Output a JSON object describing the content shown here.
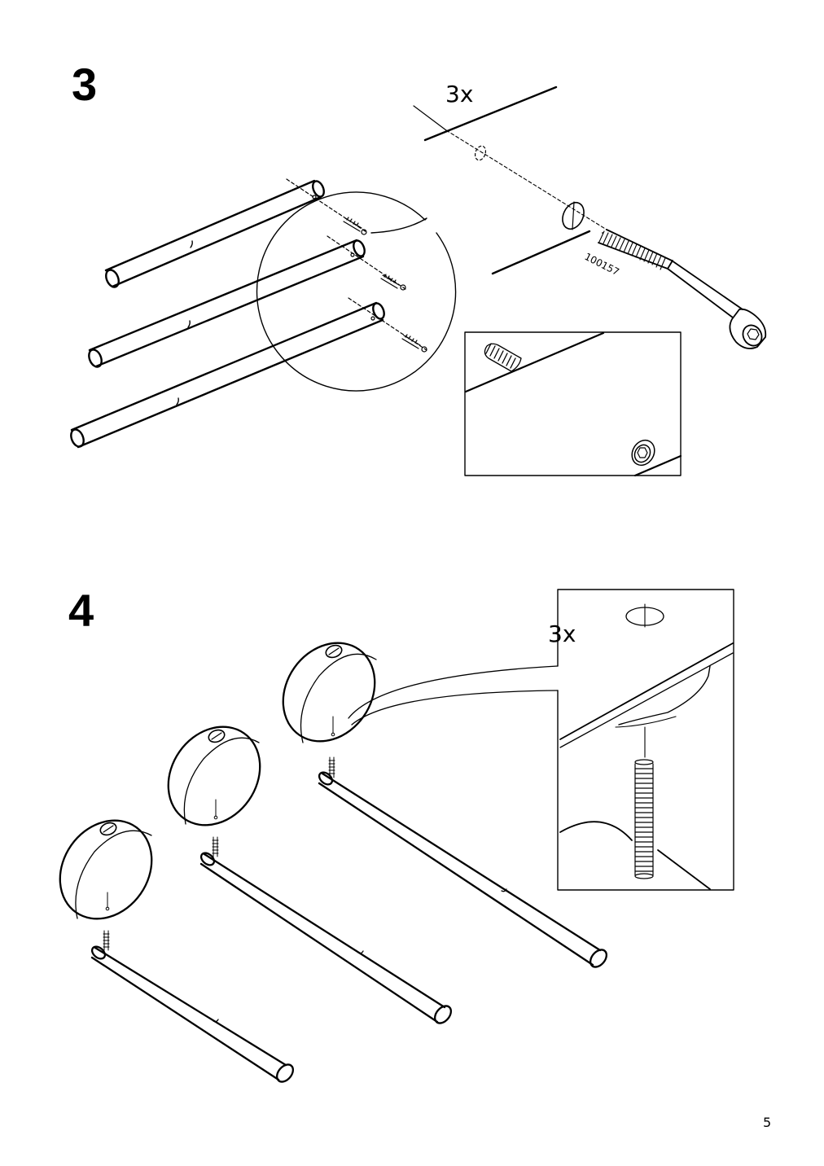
{
  "step3": {
    "number": "3",
    "quantity": "3x",
    "part_number": "100157"
  },
  "step4": {
    "number": "4",
    "quantity": "3x"
  },
  "page_number": "5",
  "icons": [
    "dowel-rod",
    "allen-bolt",
    "hex-socket-head",
    "round-bracket-ring",
    "threaded-stud",
    "magnifier-callout"
  ]
}
